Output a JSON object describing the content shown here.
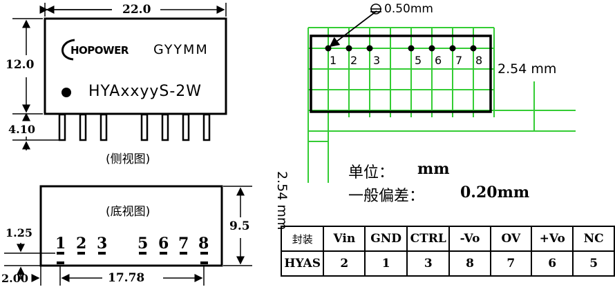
{
  "side_view": {
    "width_dim": "22.0",
    "height_dim": "12.0",
    "pin_dim": "4.10",
    "brand": "HOPOWER",
    "date_code": "GYYMM",
    "model": "HYAxxyyS-2W",
    "caption": "(侧视图)"
  },
  "bottom_view": {
    "caption": "(底视图)",
    "pin_labels": [
      "1",
      "2",
      "3",
      "5",
      "6",
      "7",
      "8"
    ],
    "height_dim": "9.5",
    "pin_offset_dim": "1.25",
    "edge_dim": "2.00",
    "span_dim": "17.78"
  },
  "footprint": {
    "pin_diameter": "0.50mm",
    "pitch_h": "2.54 mm",
    "pitch_v": "2.54 mm",
    "pin_labels": [
      "1",
      "2",
      "3",
      "5",
      "6",
      "7",
      "8"
    ],
    "grid_color": "#33cc33"
  },
  "notes": {
    "unit_label": "单位：",
    "unit_value": "mm",
    "tolerance_label": "一般偏差：",
    "tolerance_value": "0.20mm"
  },
  "pin_table": {
    "header": [
      "封装",
      "Vin",
      "GND",
      "CTRL",
      "-Vo",
      "OV",
      "+Vo",
      "NC"
    ],
    "row": [
      "HYAS",
      "2",
      "1",
      "3",
      "8",
      "7",
      "6",
      "5"
    ]
  }
}
